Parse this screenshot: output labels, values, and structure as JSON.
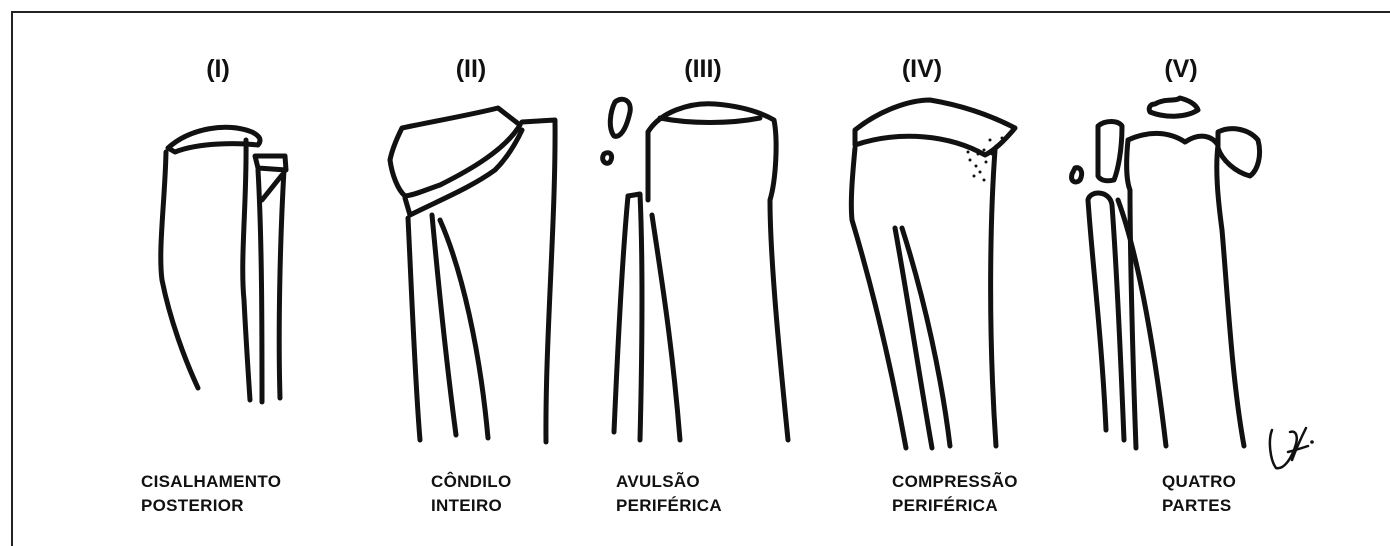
{
  "types": [
    {
      "numeral": "(I)",
      "caption_line1": "CISALHAMENTO",
      "caption_line2": "POSTERIOR"
    },
    {
      "numeral": "(II)",
      "caption_line1": "CÔNDILO",
      "caption_line2": "INTEIRO"
    },
    {
      "numeral": "(III)",
      "caption_line1": "AVULSÃO",
      "caption_line2": "PERIFÉRICA"
    },
    {
      "numeral": "(IV)",
      "caption_line1": "COMPRESSÃO",
      "caption_line2": "PERIFÉRICA"
    },
    {
      "numeral": "(V)",
      "caption_line1": "QUATRO",
      "caption_line2": "PARTES"
    }
  ]
}
